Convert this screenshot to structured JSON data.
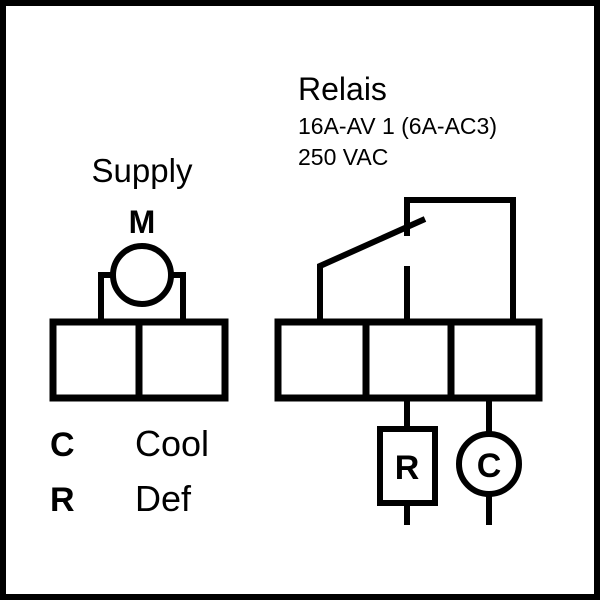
{
  "supply": {
    "title": "Supply",
    "motor_label": "M"
  },
  "relay": {
    "title": "Relais",
    "rating": "16A-AV 1 (6A-AC3)",
    "voltage": "250 VAC",
    "resistor_label": "R",
    "contactor_label": "C"
  },
  "legend": [
    {
      "key": "C",
      "value": "Cool"
    },
    {
      "key": "R",
      "value": "Def"
    }
  ]
}
